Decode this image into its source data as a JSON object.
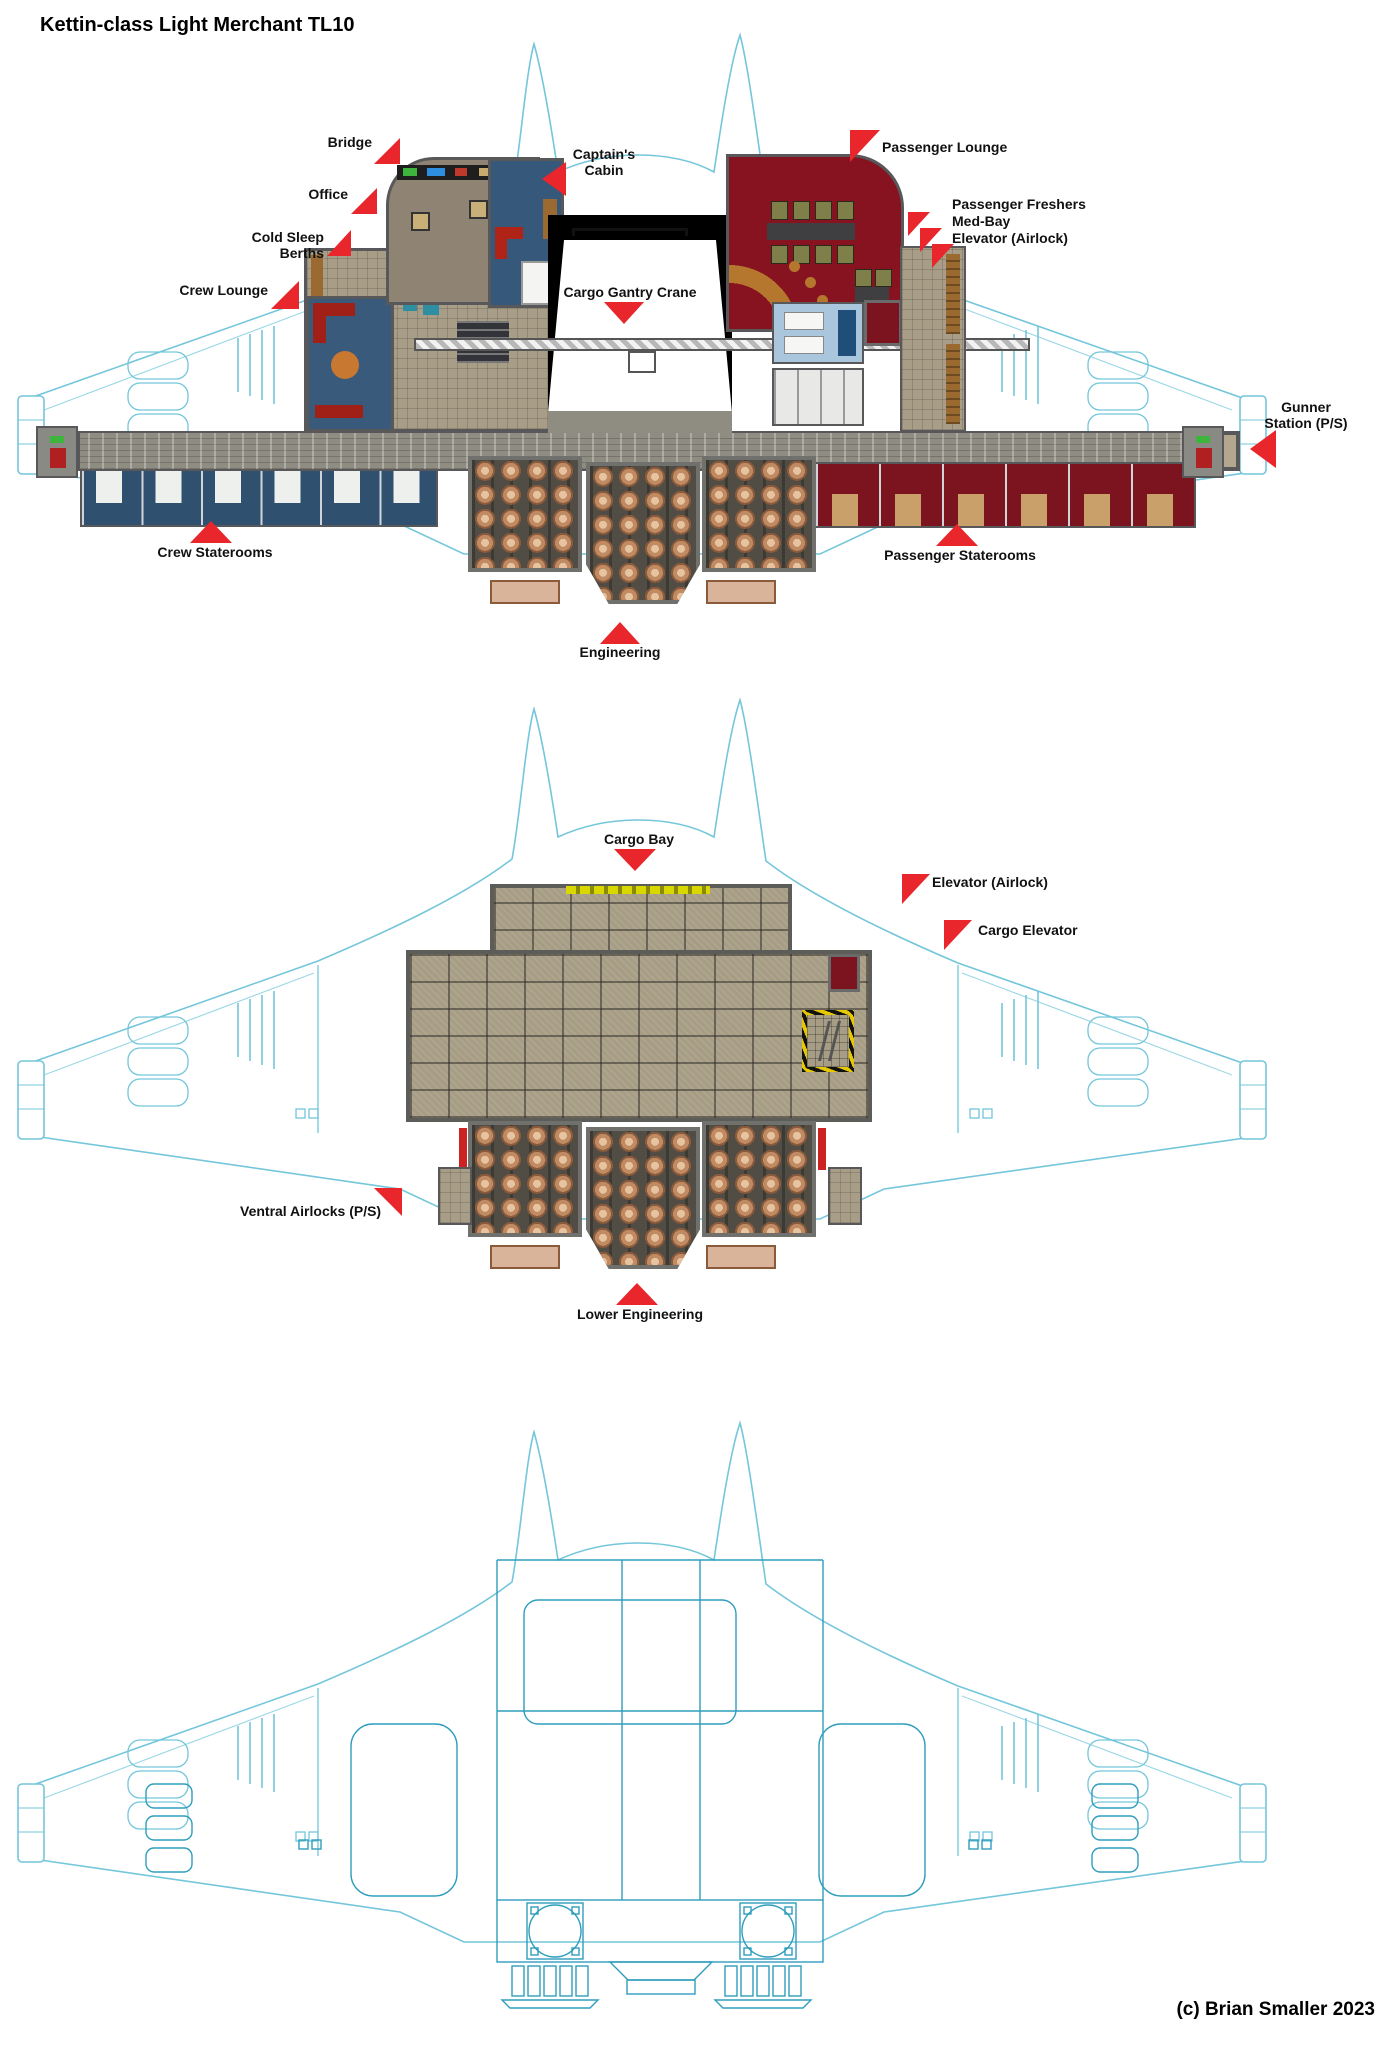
{
  "title": "Kettin-class Light Merchant TL10",
  "copyright": "(c) Brian Smaller 2023",
  "colors": {
    "arrow_red": "#e8262b",
    "hull_outline": "#74c6da",
    "lower_view_lines": "#2f9dbd",
    "cargo_floor": "#a79d85",
    "passenger_carpet": "#871320",
    "crew_stateroom_blue": "#30506f",
    "passenger_stateroom_red": "#7c1420",
    "engineering_copper": "#c08a63",
    "hazard_yellow": "#e6c800"
  },
  "upper_deck": {
    "labels": {
      "bridge": "Bridge",
      "office": "Office",
      "cold_sleep_berths": "Cold Sleep Berths",
      "crew_lounge": "Crew Lounge",
      "captains_cabin": "Captain's\nCabin",
      "cargo_gantry_crane": "Cargo Gantry Crane",
      "passenger_lounge": "Passenger Lounge",
      "passenger_services": "Passenger Freshers\nMed-Bay\nElevator (Airlock)",
      "gunner_station": "Gunner\nStation (P/S)",
      "crew_staterooms": "Crew Staterooms",
      "passenger_staterooms": "Passenger Staterooms",
      "engineering": "Engineering"
    }
  },
  "cargo_deck": {
    "labels": {
      "cargo_bay": "Cargo Bay",
      "elevator_airlock": "Elevator (Airlock)",
      "cargo_elevator": "Cargo Elevator",
      "ventral_airlocks": "Ventral Airlocks (P/S)",
      "lower_engineering": "Lower Engineering"
    }
  }
}
